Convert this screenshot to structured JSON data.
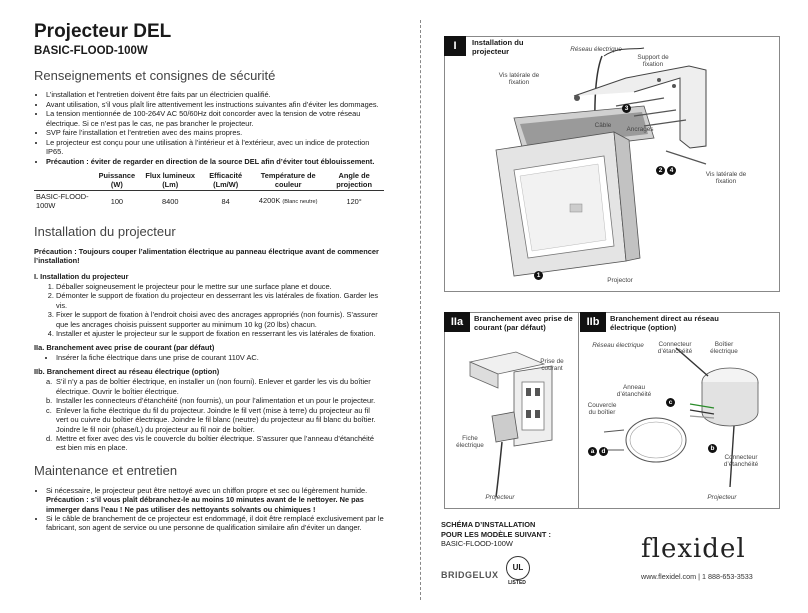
{
  "header": {
    "title": "Projecteur DEL",
    "subtitle": "BASIC-FLOOD-100W"
  },
  "safety": {
    "heading": "Renseignements et consignes de sécurité",
    "items": [
      "L’installation et l’entretien doivent être faits par un électricien qualifié.",
      "Avant utilisation, s’il vous plaît lire attentivement les instructions suivantes afin d’éviter les dommages.",
      "La tension mentionnée de 100-264V AC 50/60Hz doit concorder avec la tension de votre réseau électrique. Si ce n’est pas le cas, ne pas brancher le projecteur.",
      "SVP faire l’installation et l’entretien avec des mains propres.",
      "Le projecteur est conçu pour une utilisation à l’intérieur et à l’extérieur, avec un indice de protection IP65."
    ],
    "caution_item": "Précaution : éviter de regarder en direction de la source DEL afin d’éviter tout éblouissement."
  },
  "spec_table": {
    "headers": [
      "",
      "Puissance (W)",
      "Flux lumineux (Lm)",
      "Efficacité (Lm/W)",
      "Température de couleur",
      "Angle de projection"
    ],
    "row": {
      "model": "BASIC-FLOOD-100W",
      "power": "100",
      "flux": "8400",
      "efficacy": "84",
      "temp": "4200K",
      "temp_note": "(Blanc neutre)",
      "angle": "120°"
    }
  },
  "install": {
    "heading": "Installation du projecteur",
    "caution": "Précaution : Toujours couper l’alimentation électrique au panneau électrique avant de commencer l’installation!",
    "sec1_title": "I.  Installation du projecteur",
    "sec1_steps": [
      "Déballer soigneusement le projecteur pour le mettre sur une surface plane et douce.",
      "Démonter le support de fixation du projecteur en desserrant les vis latérales de fixation. Garder les vis.",
      "Fixer le support de fixation à l’endroit choisi avec des ancrages appropriés (non fournis). S’assurer que les ancrages choisis puissent supporter au minimum 10 kg (20 lbs) chacun.",
      "Installer et ajuster le projecteur sur le support de fixation en resserrant les vis latérales de fixation."
    ],
    "sec2a_title": "IIa.  Branchement avec prise de courant (par défaut)",
    "sec2a_item": "Insérer la fiche électrique dans une prise de courant 110V AC.",
    "sec2b_title": "IIb.  Branchement direct au réseau électrique (option)",
    "sec2b_items": [
      {
        "k": "a.",
        "t": "S’il n’y a pas de boîtier électrique, en installer un (non fourni). Enlever et garder les vis du boîtier électrique. Ouvrir le boîtier électrique."
      },
      {
        "k": "b.",
        "t": "Installer les connecteurs d’étanchéité (non fournis), un pour l’alimentation et un pour le projecteur."
      },
      {
        "k": "c.",
        "t": "Enlever la fiche électrique du fil du projecteur. Joindre le fil vert (mise à terre) du projecteur au fil vert ou cuivre du boîtier électrique. Joindre le fil blanc (neutre) du projecteur au fil blanc du boîtier. Joindre le fil noir (phase/L) du projecteur au fil noir de boîtier."
      },
      {
        "k": "d.",
        "t": "Mettre et fixer avec des vis le couvercle du boîtier électrique. S’assurer que l’anneau d’étanchéité est bien mis en place."
      }
    ]
  },
  "maintenance": {
    "heading": "Maintenance et entretien",
    "item1_start": "Si nécessaire, le projecteur peut être nettoyé avec un chiffon propre et sec ou légèrement humide. ",
    "item1_bold": "Précaution : s’il vous plaît débranchez-le au moins 10 minutes avant de le nettoyer. Ne pas immerger dans l’eau ! Ne pas utiliser des nettoyants solvants ou chimiques !",
    "item2": "Si le câble de branchement de ce projecteur est endommagé, il doit être remplacé exclusivement par le fabricant, son agent de service ou une personne de qualification similaire afin d’éviter un danger."
  },
  "diagram1": {
    "tag": "I",
    "title": "Installation du projecteur",
    "labels": {
      "reseau": "Réseau électrique",
      "support": "Support de fixation",
      "vis_laterale1": "Vis latérale de fixation",
      "cable": "Câble",
      "ancrages": "Ancrages",
      "vis_laterale2": "Vis latérale de fixation",
      "projector": "Projector"
    },
    "numbers": [
      "1",
      "2",
      "3",
      "4"
    ]
  },
  "diagram2a": {
    "tag": "IIa",
    "title": "Branchement avec prise de courant (par défaut)",
    "labels": {
      "prise": "Prise de courant",
      "fiche": "Fiche électrique",
      "projecteur": "Projecteur"
    }
  },
  "diagram2b": {
    "tag": "IIb",
    "title": "Branchement direct au réseau électrique (option)",
    "labels": {
      "reseau": "Réseau électrique",
      "connecteur1": "Connecteur d’étanchéité",
      "boitier": "Boîtier électrique",
      "anneau": "Anneau d’étanchéité",
      "couvercle": "Couvercle du boîtier",
      "connecteur2": "Connecteur d’étanchéité",
      "projecteur": "Projecteur"
    },
    "letters": [
      "a",
      "b",
      "c",
      "d"
    ]
  },
  "footer": {
    "schema_line1": "SCHÉMA D’INSTALLATION",
    "schema_line2": "POUR LES MODÈLE SUIVANT :",
    "schema_model": "BASIC-FLOOD-100W",
    "bridgelux": "BRIDGELUX",
    "ul": "UL",
    "listed": "LISTED",
    "brand": "flexidel",
    "contact": "www.flexidel.com  |  1 888-653-3533"
  }
}
